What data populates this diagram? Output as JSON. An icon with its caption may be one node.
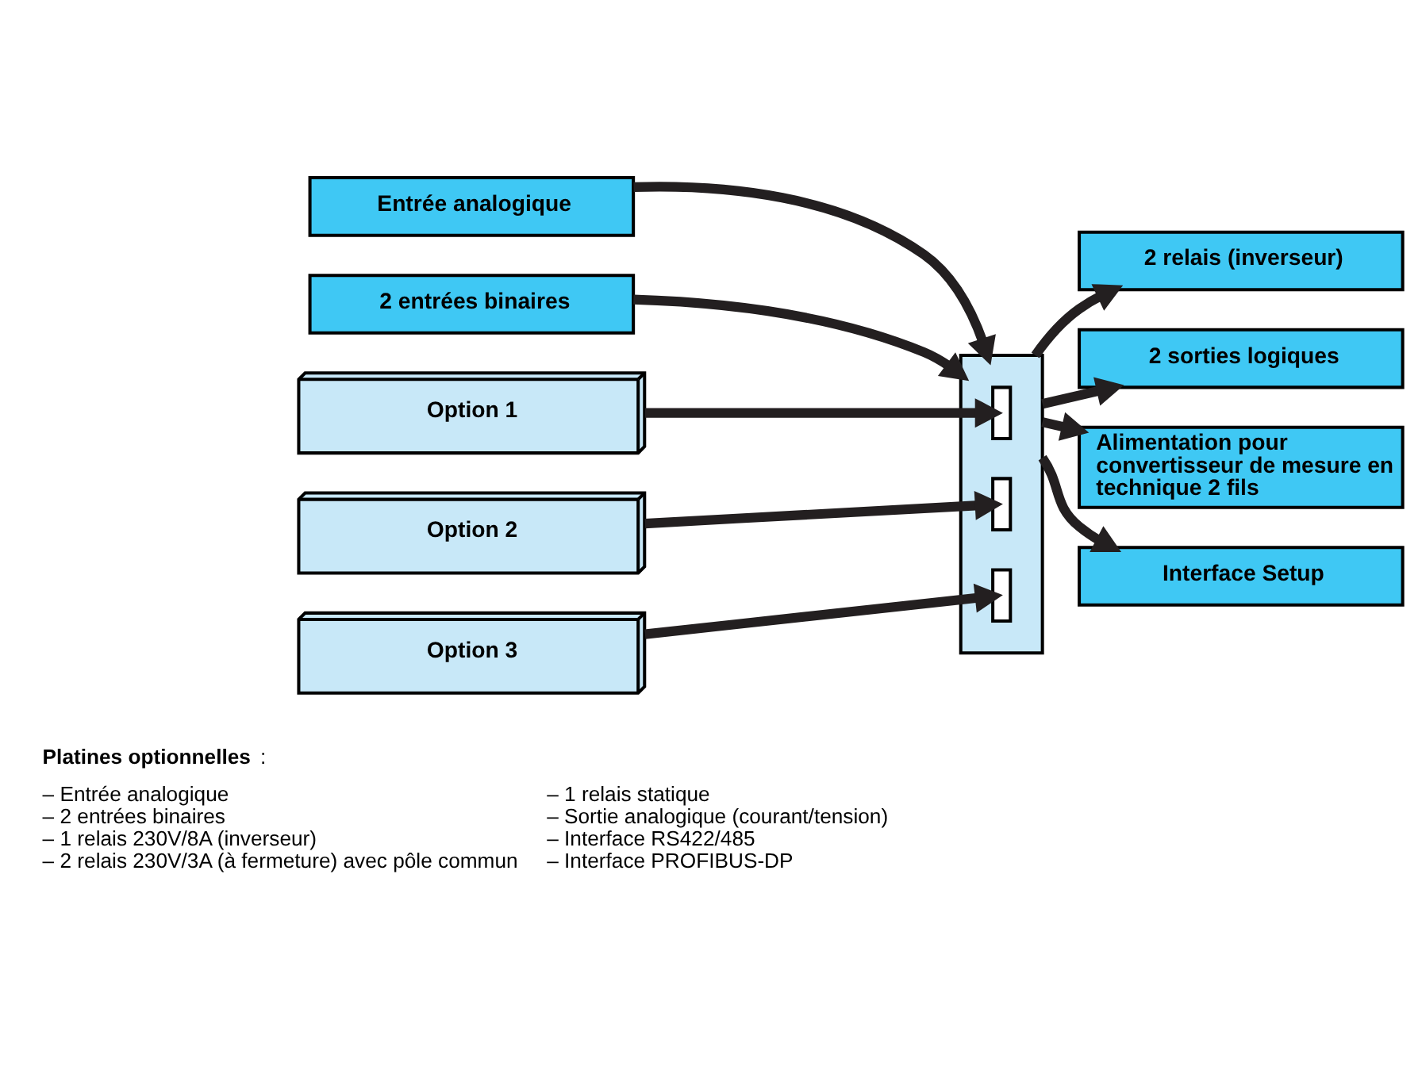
{
  "diagram": {
    "nodes": [
      {
        "text": [
          "Entrée analogique"
        ]
      },
      {
        "text": [
          "2 entrées binaires"
        ]
      },
      {
        "text": [],
        "shape": "bar"
      },
      {
        "text": [],
        "shape": "box",
        "in": 2
      },
      {
        "text": [],
        "shape": "box",
        "in": 2
      },
      {
        "text": [],
        "shape": "box",
        "in": 2
      },
      {
        "text": [
          "2 relais (inverseur)"
        ]
      },
      {
        "text": [
          "2 sorties logiques"
        ]
      },
      {
        "text": [
          "Alimentation pour convertisseur de mesure en technique 2 fils"
        ]
      },
      {
        "text": [
          "Interface Setup"
        ]
      },
      {
        "text": [
          "Option 1"
        ]
      },
      {
        "text": [
          "Option 2"
        ]
      },
      {
        "text": [
          "Option 3"
        ]
      }
    ],
    "edges": [
      {
        "from": 0,
        "to": 2,
        "arrow": "to"
      },
      {
        "from": 1,
        "to": 2,
        "arrow": "to"
      },
      {
        "from": 2,
        "to": 6,
        "arrow": "to"
      },
      {
        "from": 2,
        "to": 7,
        "arrow": "to"
      },
      {
        "from": 2,
        "to": 8,
        "arrow": "to"
      },
      {
        "from": 2,
        "to": 9,
        "arrow": "to"
      },
      {
        "from": 10,
        "to": 3,
        "arrow": "to"
      },
      {
        "from": 11,
        "to": 4,
        "arrow": "to"
      },
      {
        "from": 12,
        "to": 5,
        "arrow": "to"
      }
    ],
    "labels": [
      "**Platines optionnelles** :",
      "– Entrée analogique",
      "– 2 entrées binaires",
      "– 1 relais 230V/8A (inverseur)",
      "– 2 relais 230V/3A (à fermeture) avec pôle commun",
      "– 1 relais statique",
      "– Sortie analogique (courant/tension)",
      "– Interface RS422/485",
      "– Interface PROFIBUS-DP"
    ]
  }
}
